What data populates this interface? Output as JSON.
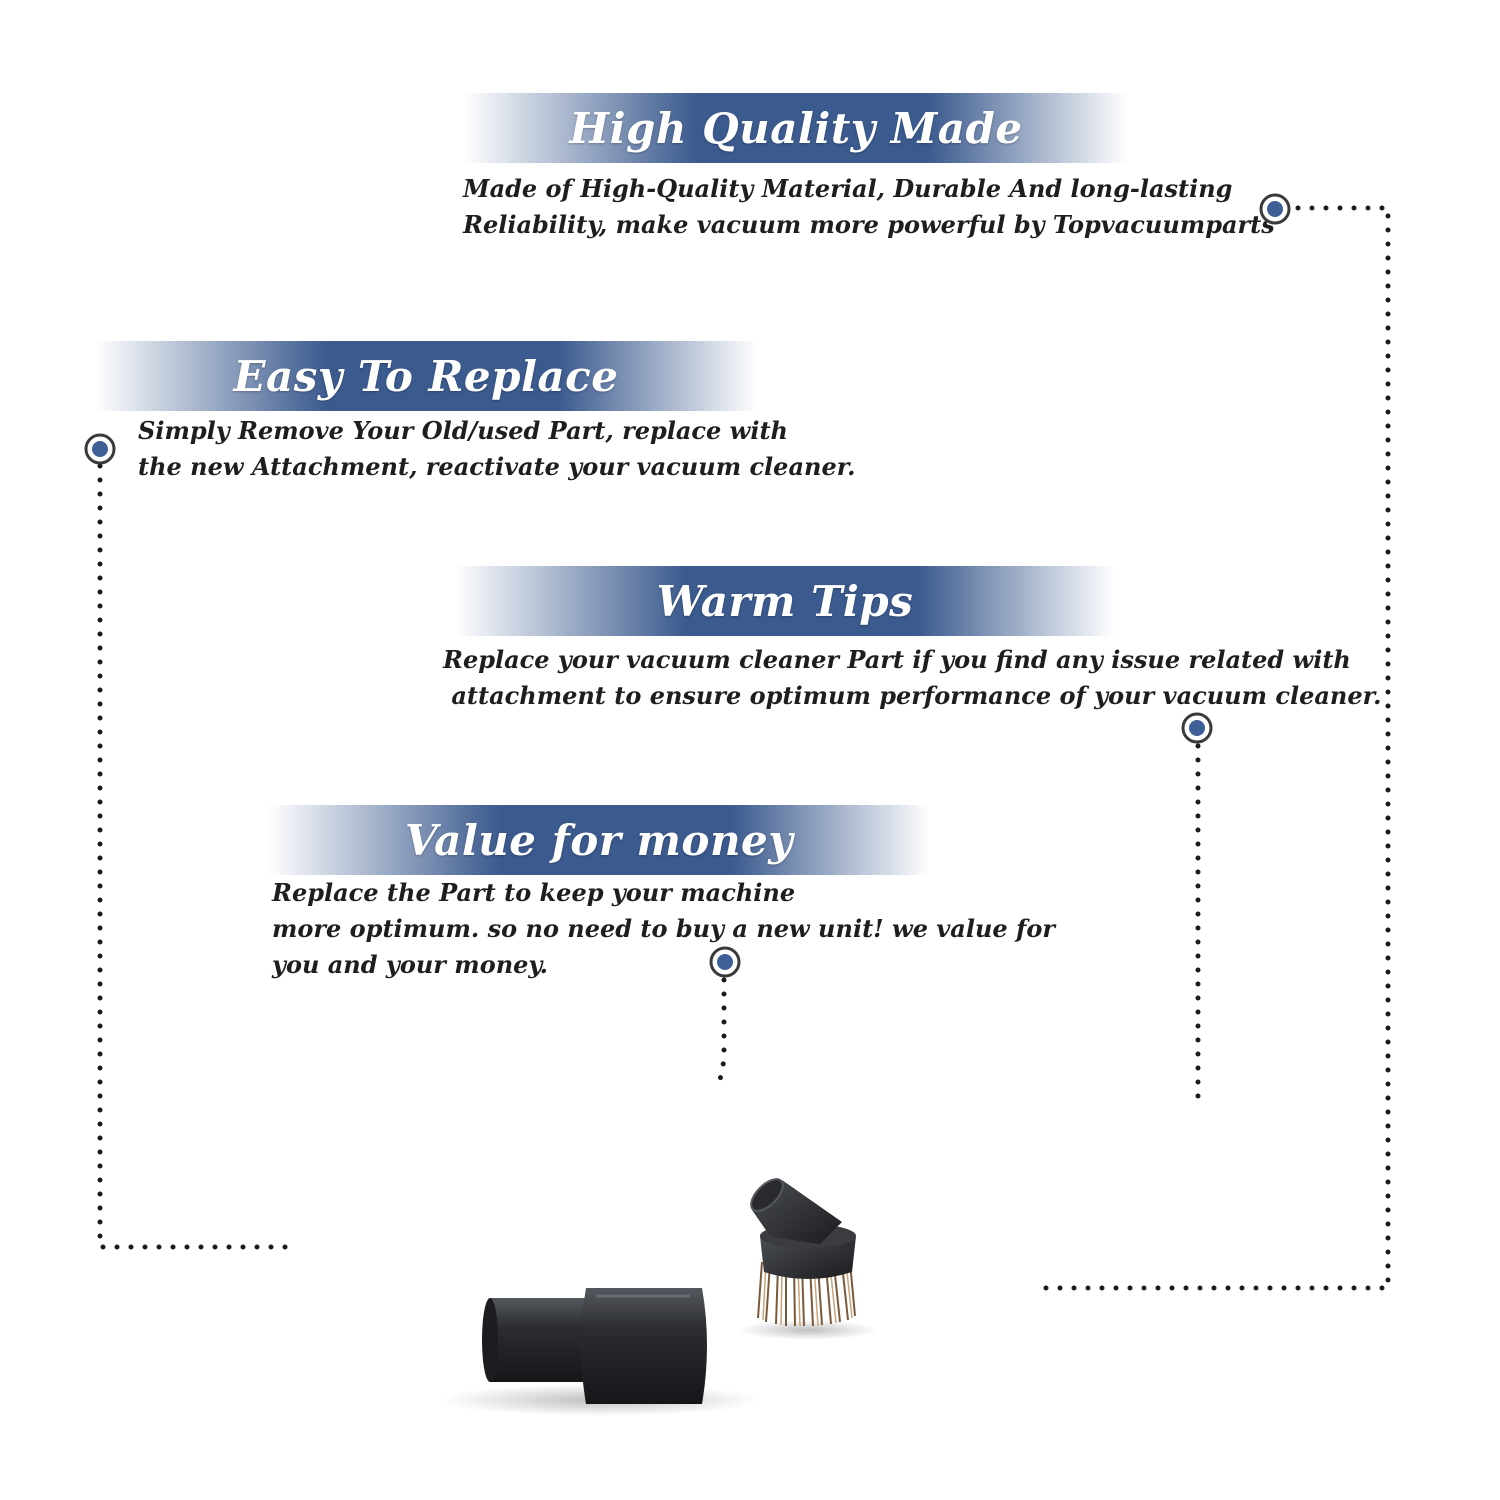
{
  "colors": {
    "banner_dark": "#3b5a8e",
    "banner_light": "#ffffff",
    "dot": "#1a1a1a",
    "marker_fill": "#3e5f96",
    "text": "#1e1e1e"
  },
  "sections": [
    {
      "title": "High Quality Made",
      "lines": [
        "Made of  High-Quality Material, Durable And long-lasting",
        "Reliability, make vacuum more powerful by Topvacuumparts"
      ]
    },
    {
      "title": "Easy To Replace",
      "lines": [
        "Simply Remove Your Old/used Part, replace with",
        "the new Attachment, reactivate your vacuum cleaner."
      ]
    },
    {
      "title": "Warm Tips",
      "lines": [
        "Replace your vacuum cleaner Part if you find any issue related with",
        " attachment to ensure optimum performance of your vacuum cleaner."
      ]
    },
    {
      "title": "Value for money",
      "lines": [
        "Replace the Part to keep your machine",
        "more optimum. so no need to buy a new unit! we value for",
        "you and your money."
      ]
    }
  ],
  "icons": {
    "marker": "target-marker-icon",
    "adapter": "hose-adapter-icon",
    "brush": "dusting-brush-icon"
  }
}
